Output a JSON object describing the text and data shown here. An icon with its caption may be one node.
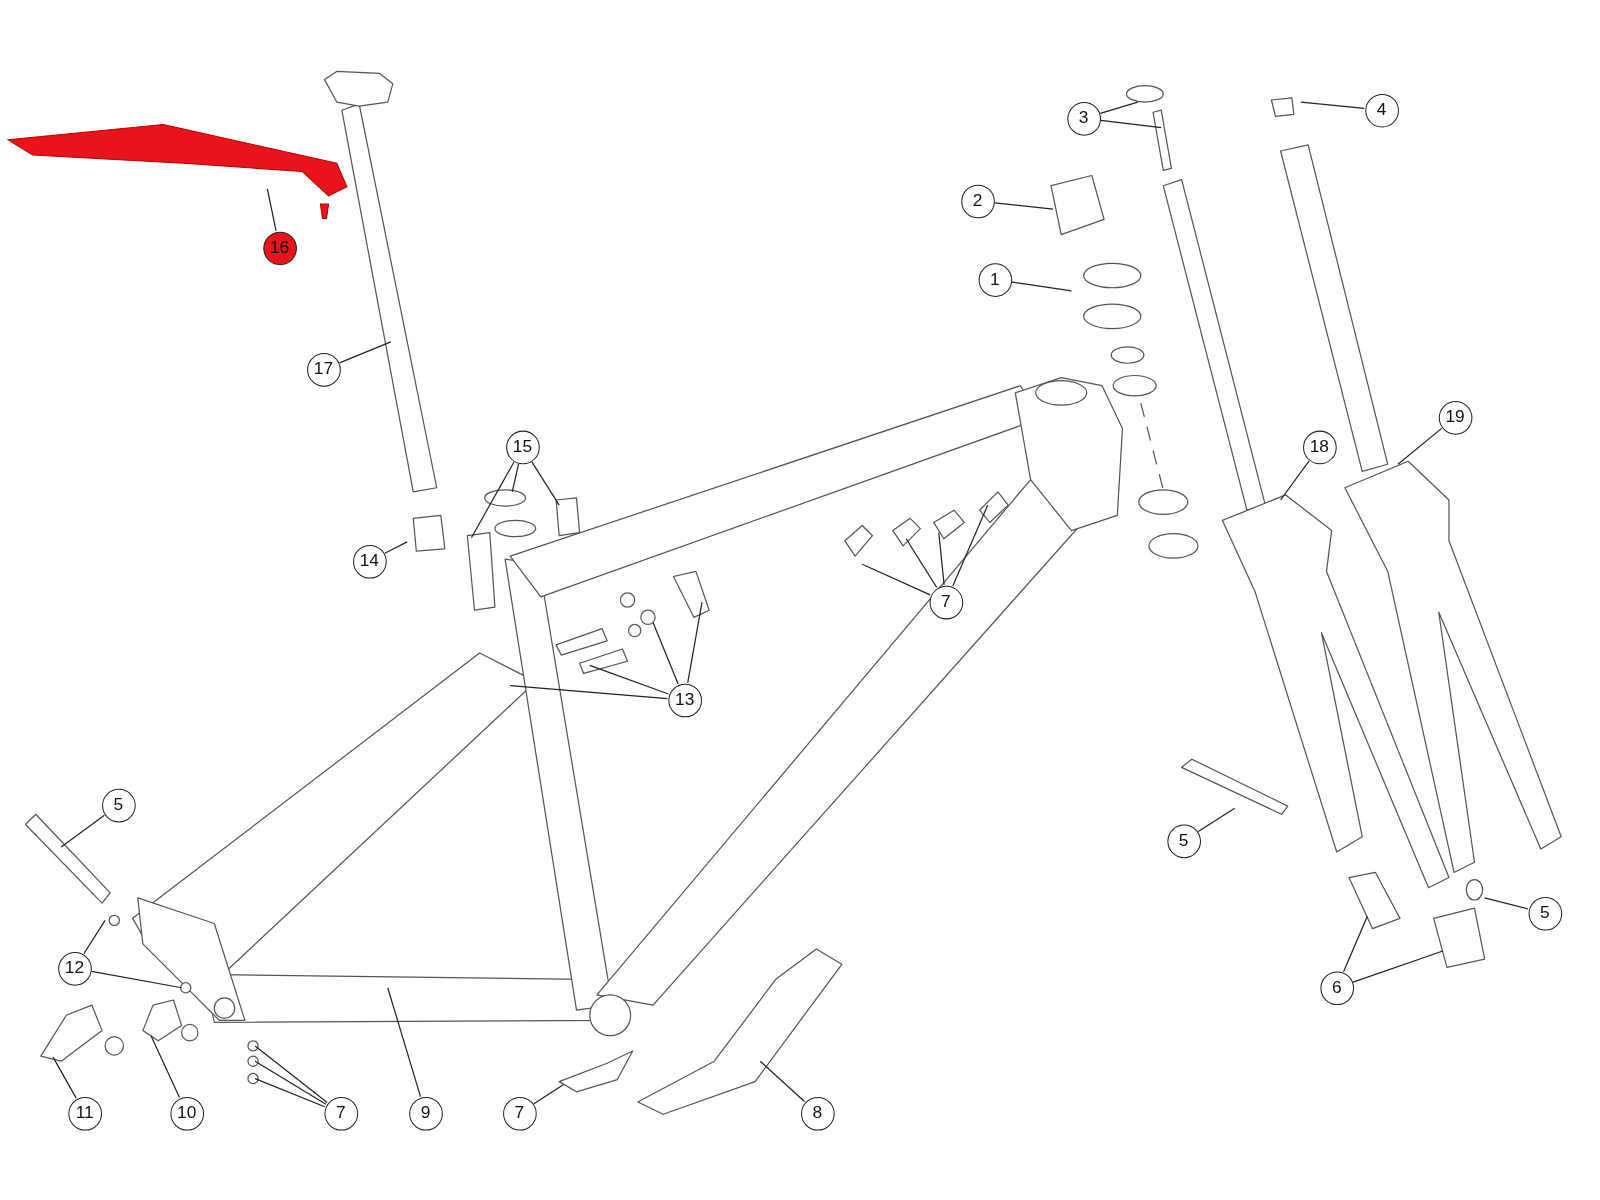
{
  "diagram": {
    "nodes": [
      {
        "text": [
          "16"
        ]
      },
      {
        "text": [
          "3"
        ]
      },
      {
        "text": [
          "4"
        ]
      },
      {
        "text": [
          "2"
        ]
      },
      {
        "text": [
          "1"
        ]
      },
      {
        "text": [
          "17"
        ]
      },
      {
        "text": [
          "19"
        ]
      },
      {
        "text": [
          "15"
        ]
      },
      {
        "text": [
          "18"
        ]
      },
      {
        "text": [
          "14"
        ]
      },
      {
        "text": [
          "7"
        ]
      },
      {
        "text": [
          "13"
        ]
      },
      {
        "text": [
          "5"
        ]
      },
      {
        "text": [
          "5"
        ]
      },
      {
        "text": [
          "5"
        ]
      },
      {
        "text": [
          "12"
        ]
      },
      {
        "text": [
          "6"
        ]
      },
      {
        "text": [
          "11"
        ]
      },
      {
        "text": [
          "10"
        ]
      },
      {
        "text": [
          "7"
        ]
      },
      {
        "text": [
          "9"
        ]
      },
      {
        "text": [
          "7"
        ]
      },
      {
        "text": [
          "8"
        ]
      }
    ],
    "edges": [
      {
        "from": 0,
        "to": null,
        "arrow": "none"
      },
      {
        "from": 1,
        "to": null,
        "arrow": "none"
      },
      {
        "from": 1,
        "to": null,
        "arrow": "none"
      },
      {
        "from": 2,
        "to": null,
        "arrow": "none"
      },
      {
        "from": 3,
        "to": null,
        "arrow": "none"
      },
      {
        "from": 4,
        "to": null,
        "arrow": "none"
      },
      {
        "from": 5,
        "to": null,
        "arrow": "none"
      },
      {
        "from": 6,
        "to": null,
        "arrow": "none"
      },
      {
        "from": 7,
        "to": null,
        "arrow": "none"
      },
      {
        "from": 7,
        "to": null,
        "arrow": "none"
      },
      {
        "from": 7,
        "to": null,
        "arrow": "none"
      },
      {
        "from": 8,
        "to": null,
        "arrow": "none"
      },
      {
        "from": 9,
        "to": null,
        "arrow": "none"
      },
      {
        "from": 10,
        "to": null,
        "arrow": "none"
      },
      {
        "from": 10,
        "to": null,
        "arrow": "none"
      },
      {
        "from": 10,
        "to": null,
        "arrow": "none"
      },
      {
        "from": 10,
        "to": null,
        "arrow": "none"
      },
      {
        "from": 11,
        "to": null,
        "arrow": "none"
      },
      {
        "from": 11,
        "to": null,
        "arrow": "none"
      },
      {
        "from": 11,
        "to": null,
        "arrow": "none"
      },
      {
        "from": 11,
        "to": null,
        "arrow": "none"
      },
      {
        "from": 12,
        "to": null,
        "arrow": "none"
      },
      {
        "from": 13,
        "to": null,
        "arrow": "none"
      },
      {
        "from": 14,
        "to": null,
        "arrow": "none"
      },
      {
        "from": 15,
        "to": null,
        "arrow": "none"
      },
      {
        "from": 15,
        "to": null,
        "arrow": "none"
      },
      {
        "from": 16,
        "to": null,
        "arrow": "none"
      },
      {
        "from": 16,
        "to": null,
        "arrow": "none"
      },
      {
        "from": 17,
        "to": null,
        "arrow": "none"
      },
      {
        "from": 18,
        "to": null,
        "arrow": "none"
      },
      {
        "from": 19,
        "to": null,
        "arrow": "none"
      },
      {
        "from": 19,
        "to": null,
        "arrow": "none"
      },
      {
        "from": 19,
        "to": null,
        "arrow": "none"
      },
      {
        "from": 20,
        "to": null,
        "arrow": "none"
      },
      {
        "from": 21,
        "to": null,
        "arrow": "none"
      },
      {
        "from": 22,
        "to": null,
        "arrow": "none"
      }
    ]
  }
}
